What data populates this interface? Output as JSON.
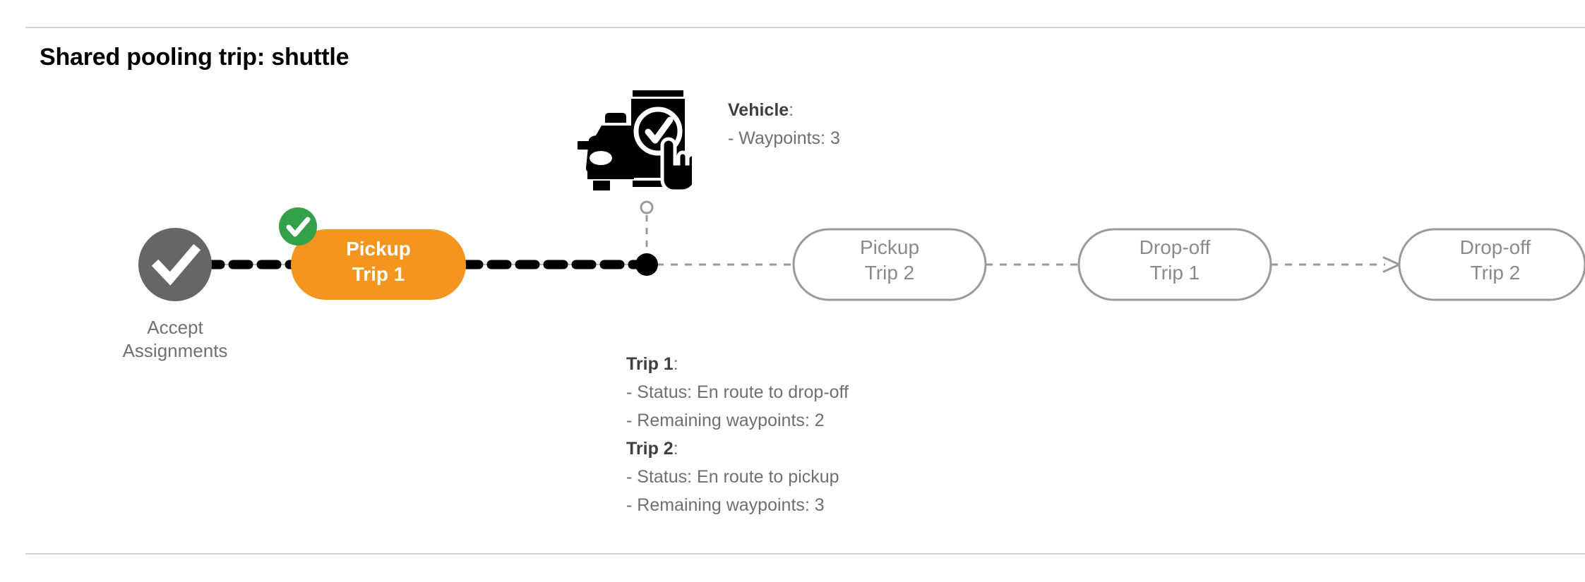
{
  "page": {
    "title": "Shared pooling trip: shuttle"
  },
  "colors": {
    "active_node": "#F4951F",
    "completed_node": "#666666",
    "check_badge": "#34a04a",
    "inactive_outline": "#9a9a9a",
    "inactive_text": "#8a8a8a",
    "label_text": "#70706f",
    "heading_text": "#3f3f3f",
    "divider": "#d3d3d6",
    "timeline_done": "#000000",
    "timeline_pending": "#9a9a9a"
  },
  "flow": {
    "start_node": {
      "icon": "check-circle-icon",
      "label": "Accept\nAssignments",
      "state": "completed"
    },
    "nodes": [
      {
        "line1": "Pickup",
        "line2": "Trip 1",
        "label": "Pickup\nTrip 1",
        "state": "completed",
        "badge": "check-badge-icon"
      },
      {
        "line1": "Pickup",
        "line2": "Trip 2",
        "label": "Pickup\nTrip 2",
        "state": "pending",
        "badge": ""
      },
      {
        "line1": "Drop-off",
        "line2": "Trip 1",
        "label": "Drop-off\nTrip 1",
        "state": "pending",
        "badge": ""
      },
      {
        "line1": "Drop-off",
        "line2": "Trip 2",
        "label": "Drop-off\nTrip 2",
        "state": "pending",
        "badge": ""
      }
    ]
  },
  "vehicle_marker": {
    "icon": "car-phone-check-icon",
    "heading": "Vehicle",
    "heading_colon": ":",
    "details": [
      "- Waypoints: 3"
    ]
  },
  "trip_details": [
    {
      "heading": "Trip 1",
      "heading_colon": ":",
      "lines": [
        "- Status:  En route to drop-off",
        "- Remaining waypoints: 2"
      ]
    },
    {
      "heading": "Trip 2",
      "heading_colon": ":",
      "lines": [
        "- Status:  En route to pickup",
        "- Remaining waypoints: 3"
      ]
    }
  ]
}
